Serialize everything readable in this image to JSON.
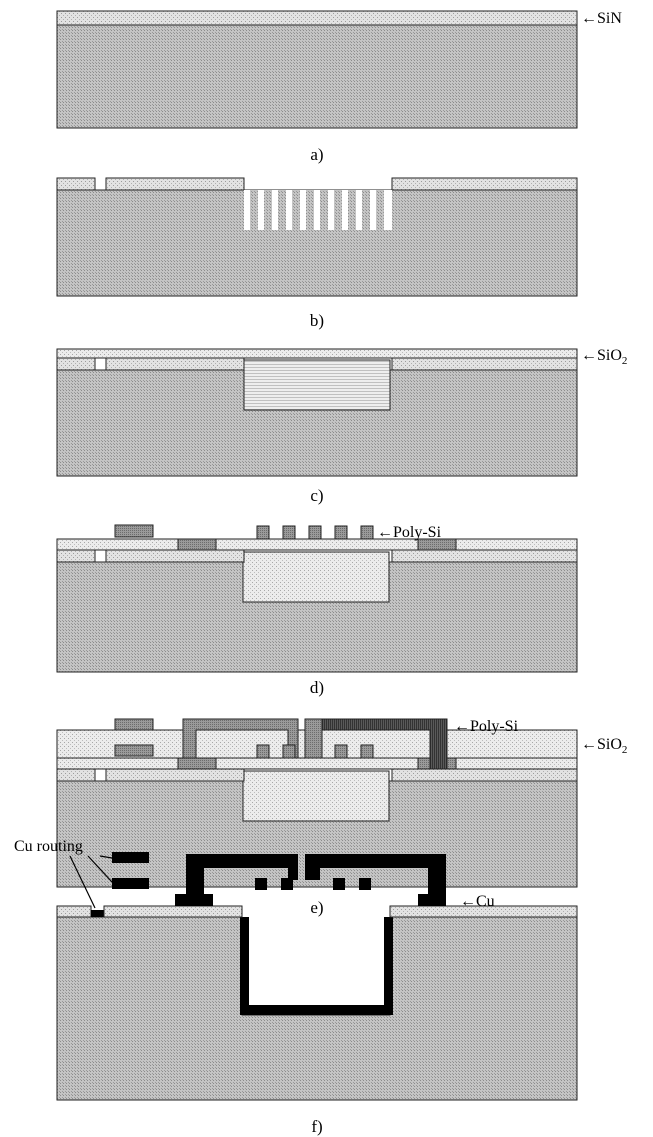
{
  "captions": [
    "a)",
    "b)",
    "c)",
    "d)",
    "e)",
    "f)"
  ],
  "labels": {
    "sin": "←SiN",
    "sio2_c": "←SiO",
    "sio2_c_sub": "2",
    "polysi_d": "←Poly-Si",
    "polysi_e": "←Poly-Si",
    "sio2_e": "←SiO",
    "sio2_e_sub": "2",
    "cu_routing": "Cu routing",
    "cu": "←Cu"
  },
  "colors": {
    "substrate": "#b9b9b9",
    "sin": "#d6d6d6",
    "sio2": "#e4e4e4",
    "polysi": "#8a8a8a",
    "polysi_dark": "#4a4a4a",
    "cu": "#000000"
  }
}
